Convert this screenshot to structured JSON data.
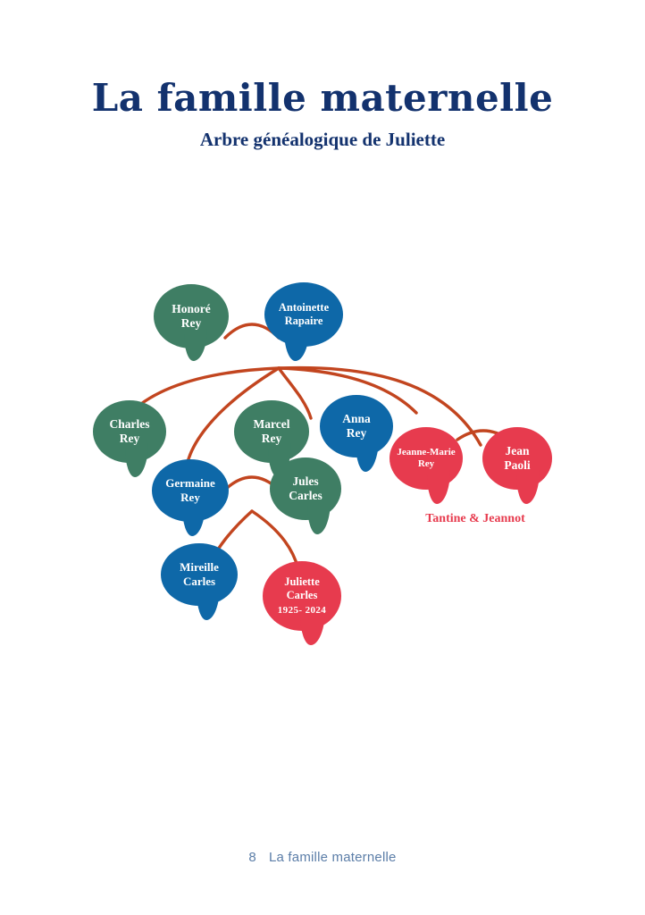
{
  "document": {
    "title": "La famille maternelle",
    "subtitle": "Arbre généalogique de Juliette"
  },
  "footer": {
    "page_number": "8",
    "section_title": "La famille maternelle"
  },
  "colors": {
    "title_navy": "#13326E",
    "node_green": "#3F7E64",
    "node_blue": "#0E68A8",
    "node_red": "#E73B4E",
    "connector_terracotta": "#C2451F",
    "footer_blue_gray": "#5C7EA8",
    "page_background": "#FFFFFF"
  },
  "tree": {
    "caption_tantine": "Tantine & Jeannot",
    "nodes": [
      {
        "id": "honore",
        "name": "Honoré\nRey",
        "line1": "Honoré",
        "line2": "Rey",
        "dates": "",
        "color": "green",
        "generation": 1
      },
      {
        "id": "antoinette",
        "name": "Antoinette\nRapaire",
        "line1": "Antoinette",
        "line2": "Rapaire",
        "dates": "",
        "color": "blue",
        "generation": 1
      },
      {
        "id": "charles",
        "name": "Charles\nRey",
        "line1": "Charles",
        "line2": "Rey",
        "dates": "",
        "color": "green",
        "generation": 2
      },
      {
        "id": "germaine",
        "name": "Germaine\nRey",
        "line1": "Germaine",
        "line2": "Rey",
        "dates": "",
        "color": "blue",
        "generation": 2
      },
      {
        "id": "marcel",
        "name": "Marcel\nRey",
        "line1": "Marcel",
        "line2": "Rey",
        "dates": "",
        "color": "green",
        "generation": 2
      },
      {
        "id": "anna",
        "name": "Anna\nRey",
        "line1": "Anna",
        "line2": "Rey",
        "dates": "",
        "color": "blue",
        "generation": 2
      },
      {
        "id": "jeannemarie",
        "name": "Jeanne-Marie\nRey",
        "line1": "Jeanne-Marie",
        "line2": "Rey",
        "dates": "",
        "color": "red",
        "generation": 3
      },
      {
        "id": "jeanpaoli",
        "name": "Jean\nPaoli",
        "line1": "Jean",
        "line2": "Paoli",
        "dates": "",
        "color": "red",
        "generation": 3
      },
      {
        "id": "jules",
        "name": "Jules\nCarles",
        "line1": "Jules",
        "line2": "Carles",
        "dates": "",
        "color": "green",
        "generation": 2
      },
      {
        "id": "mireille",
        "name": "Mireille\nCarles",
        "line1": "Mireille",
        "line2": "Carles",
        "dates": "",
        "color": "blue",
        "generation": 3
      },
      {
        "id": "juliette",
        "name": "Juliette\nCarles",
        "line1": "Juliette",
        "line2": "Carles",
        "dates": "1925- 2024",
        "color": "red",
        "generation": 3
      }
    ],
    "relationships": [
      {
        "type": "union",
        "from": "honore",
        "to": "antoinette"
      },
      {
        "type": "child",
        "from": "honore+antoinette",
        "to": "charles"
      },
      {
        "type": "child",
        "from": "honore+antoinette",
        "to": "germaine"
      },
      {
        "type": "child",
        "from": "honore+antoinette",
        "to": "marcel"
      },
      {
        "type": "child",
        "from": "honore+antoinette",
        "to": "anna"
      },
      {
        "type": "child",
        "from": "honore+antoinette",
        "to": "jeannemarie"
      },
      {
        "type": "union",
        "from": "jeannemarie",
        "to": "jeanpaoli"
      },
      {
        "type": "union",
        "from": "germaine",
        "to": "jules"
      },
      {
        "type": "child",
        "from": "germaine+jules",
        "to": "mireille"
      },
      {
        "type": "child",
        "from": "germaine+jules",
        "to": "juliette"
      }
    ]
  }
}
